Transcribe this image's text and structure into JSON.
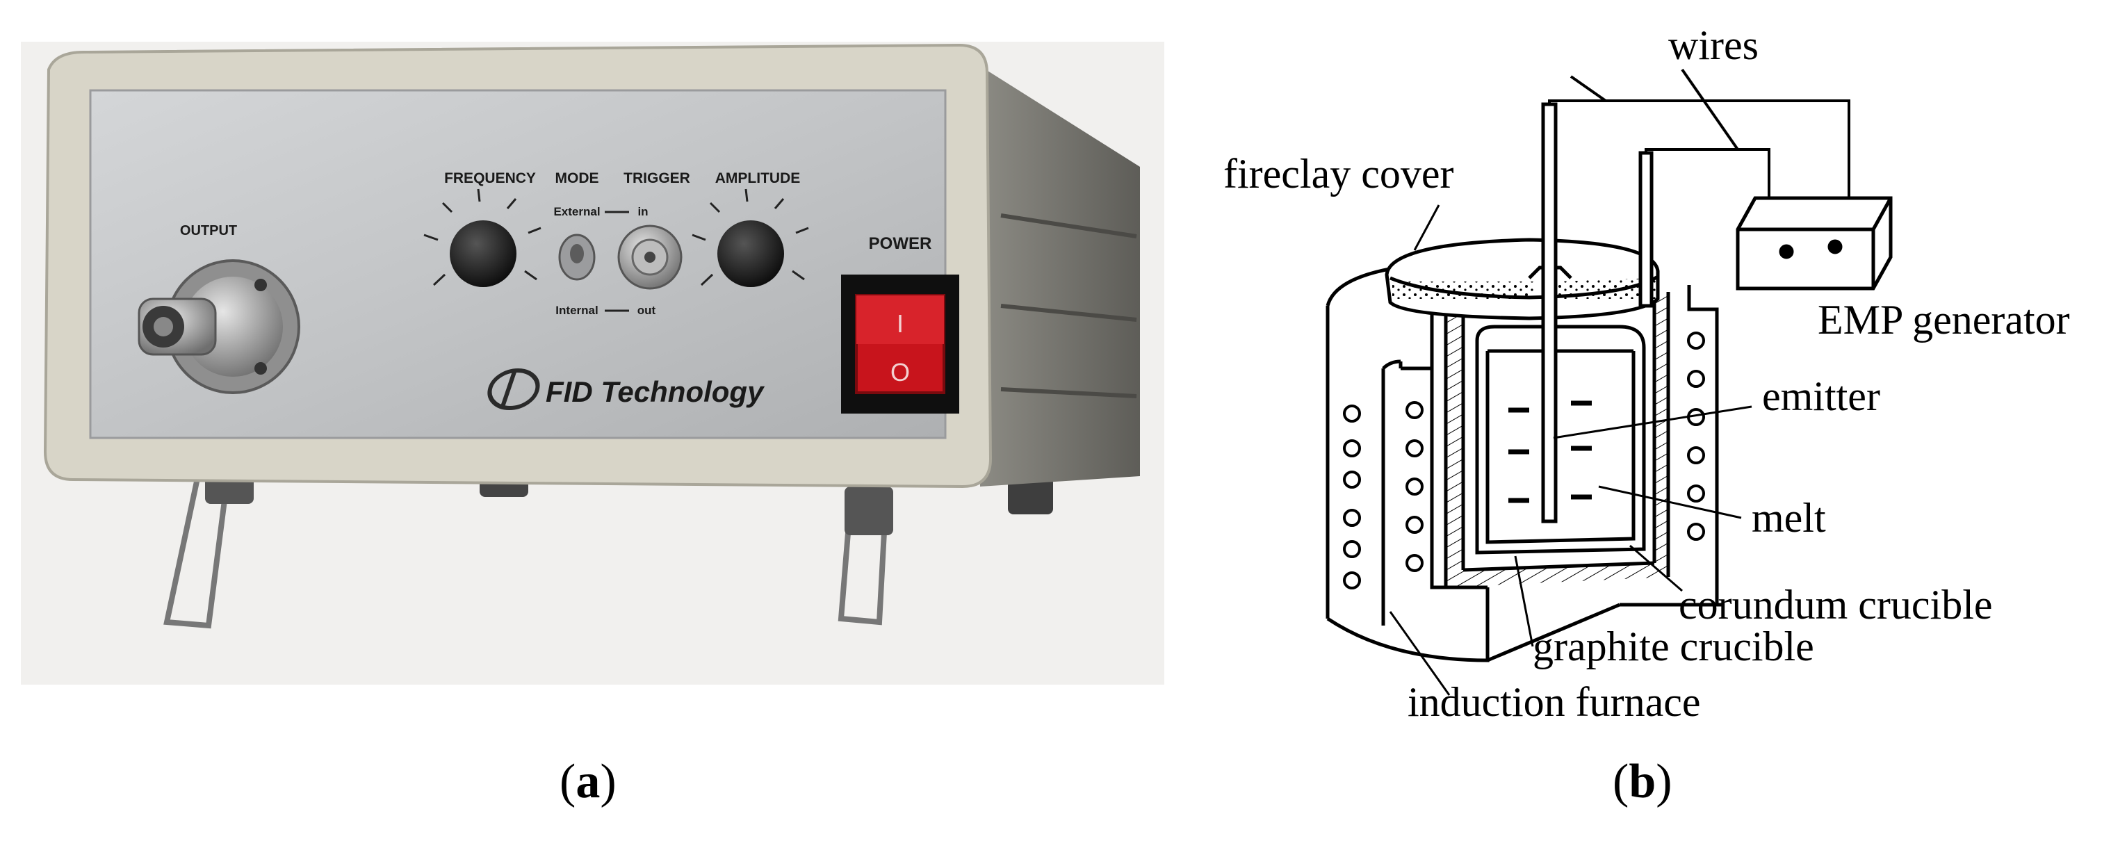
{
  "panel_a": {
    "label_open": "(",
    "label_letter": "a",
    "label_close": ")",
    "device": {
      "output_label": "OUTPUT",
      "frequency_label": "FREQUENCY",
      "mode_label": "MODE",
      "trigger_label": "TRIGGER",
      "amplitude_label": "AMPLITUDE",
      "external_label": "External",
      "internal_label": "Internal",
      "in_label": "in",
      "out_label": "out",
      "power_label": "POWER",
      "brand": "FID Technology",
      "switch_on_symbol": "I",
      "switch_off_symbol": "O",
      "colors": {
        "panel": "#c3c4c6",
        "frame": "#d8d5c8",
        "switch": "#c8141c"
      }
    }
  },
  "panel_b": {
    "label_open": "(",
    "label_letter": "b",
    "label_close": ")",
    "labels": {
      "wires": "wires",
      "fireclay_cover": "fireclay cover",
      "emp_generator": "EMP generator",
      "emitter": "emitter",
      "melt": "melt",
      "corundum_crucible": "corundum crucible",
      "graphite_crucible": "graphite crucible",
      "induction_furnace": "induction furnace"
    }
  }
}
